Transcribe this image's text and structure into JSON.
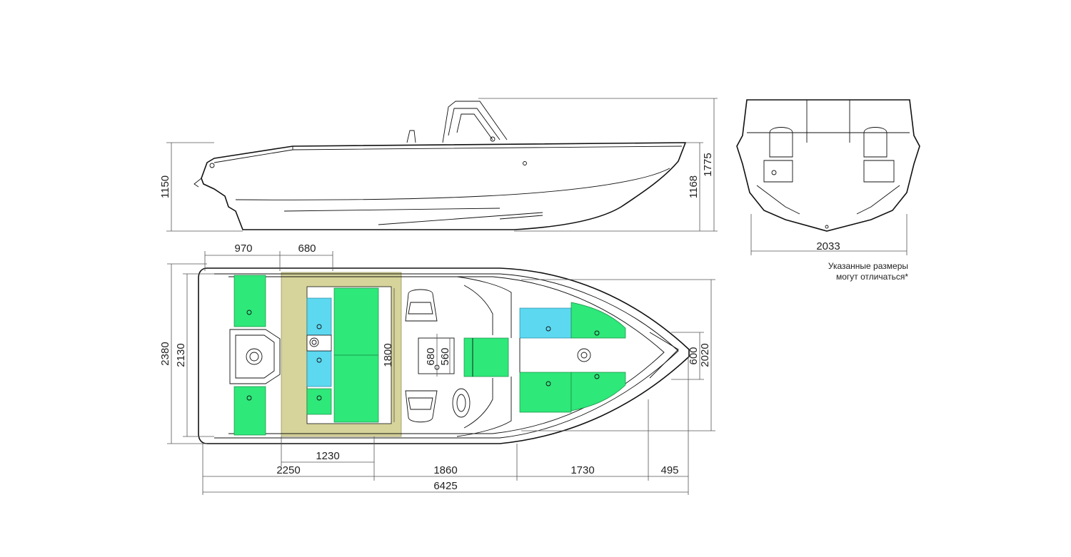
{
  "dimensions": {
    "side_height_left": "1150",
    "side_height_mid": "1168",
    "side_height_total": "1775",
    "rear_beam": "2033",
    "top_970": "970",
    "top_680": "680",
    "width_2380": "2380",
    "width_2130": "2130",
    "inner_1800": "1800",
    "console_680": "680",
    "console_560": "560",
    "bow_600": "600",
    "bow_2020": "2020",
    "bottom_1230": "1230",
    "bottom_2250": "2250",
    "bottom_1860": "1860",
    "bottom_1730": "1730",
    "bottom_495": "495",
    "total_length": "6425"
  },
  "note": {
    "line1": "Указанные размеры",
    "line2": "могут отличаться*"
  },
  "colors": {
    "seat_green": "#2ee87a",
    "storage_cyan": "#5cd8f0",
    "cockpit_khaki": "#d6d49a"
  }
}
